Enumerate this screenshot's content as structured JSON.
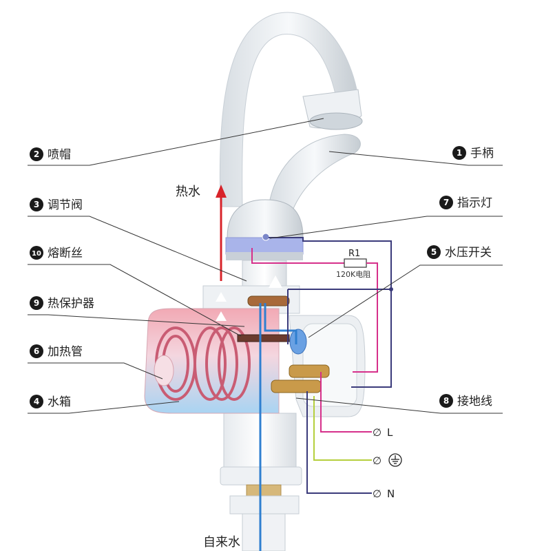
{
  "labels": {
    "left": [
      {
        "num": "2",
        "text": "喷帽"
      },
      {
        "num": "3",
        "text": "调节阀"
      },
      {
        "num": "10",
        "text": "熔断丝"
      },
      {
        "num": "9",
        "text": "热保护器"
      },
      {
        "num": "6",
        "text": "加热管"
      },
      {
        "num": "4",
        "text": "水箱"
      }
    ],
    "right": [
      {
        "num": "1",
        "text": "手柄"
      },
      {
        "num": "7",
        "text": "指示灯"
      },
      {
        "num": "5",
        "text": "水压开关"
      },
      {
        "num": "8",
        "text": "接地线"
      }
    ]
  },
  "flow": {
    "hot_water": "热水",
    "tap_water": "自来水"
  },
  "resistor": {
    "name": "R1",
    "value": "120K电阻"
  },
  "terminals": {
    "symbol": "∅",
    "live": "L",
    "neutral": "N",
    "ground_icon": "earth-ground-icon"
  },
  "colors": {
    "hot": "#d8232a",
    "cold": "#2f7fd0",
    "live_wire": "#d62f8a",
    "neutral_wire": "#3a3a7a",
    "ground_wire": "#b5cf3c"
  }
}
